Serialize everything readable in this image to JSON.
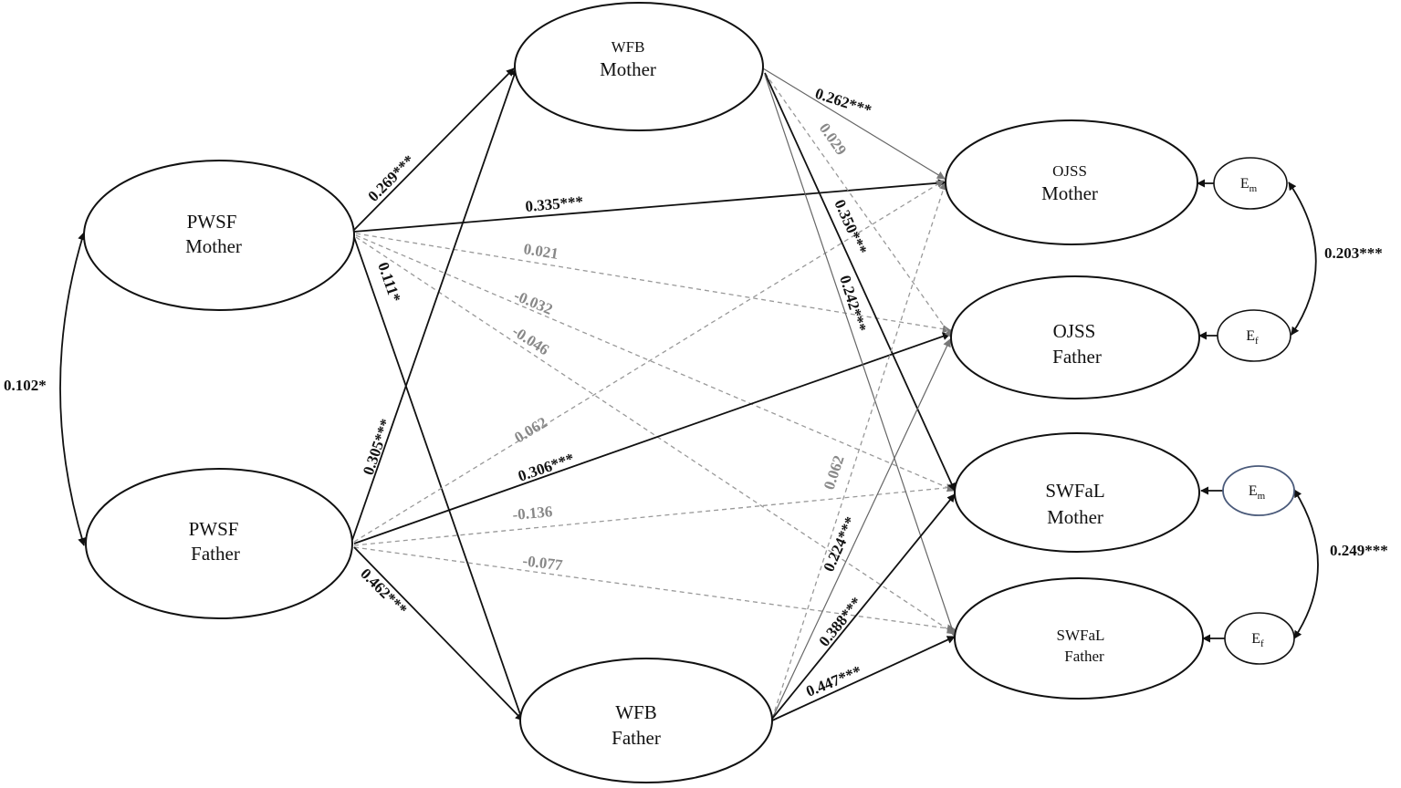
{
  "nodes": {
    "pwsf_mother": {
      "line1": "PWSF",
      "line2": "Mother"
    },
    "pwsf_father": {
      "line1": "PWSF",
      "line2": "Father"
    },
    "wfb_mother": {
      "line1": "WFB",
      "line2": "Mother"
    },
    "wfb_father": {
      "line1": "WFB",
      "line2": "Father"
    },
    "ojss_mother": {
      "line1": "OJSS",
      "line2": "Mother"
    },
    "ojss_father": {
      "line1": "OJSS",
      "line2": "Father"
    },
    "swfal_mother": {
      "line1": "SWFaL",
      "line2": "Mother"
    },
    "swfal_father": {
      "line1": "SWFaL",
      "line2": "Father"
    }
  },
  "errors": {
    "e1": {
      "base": "E",
      "sub": "m"
    },
    "e2": {
      "base": "E",
      "sub": "f"
    },
    "e3": {
      "base": "E",
      "sub": "m"
    },
    "e4": {
      "base": "E",
      "sub": "f"
    }
  },
  "coefficients": {
    "pwsf_cov": "0.102*",
    "pm_wm": "0.269***",
    "pm_ojm": "0.335***",
    "pm_ojf": "0.021",
    "pm_swm": "-0.032",
    "pm_swf": "-0.046",
    "pm_wf": "0.111*",
    "pf_wm": "0.305***",
    "pf_ojm": "0.062",
    "pf_ojf": "0.306***",
    "pf_swm": "-0.136",
    "pf_swf": "-0.077",
    "pf_wf": "0.462***",
    "wm_ojm": "0.262***",
    "wm_ojf": "0.029",
    "wm_swm": "0.350***",
    "wm_swf": "0.242***",
    "wf_ojm": "0.062",
    "wf_ojf": "0.224***",
    "wf_swm": "0.388***",
    "wf_swf": "0.447***",
    "err_cov_oj": "0.203***",
    "err_cov_sw": "0.249***"
  }
}
